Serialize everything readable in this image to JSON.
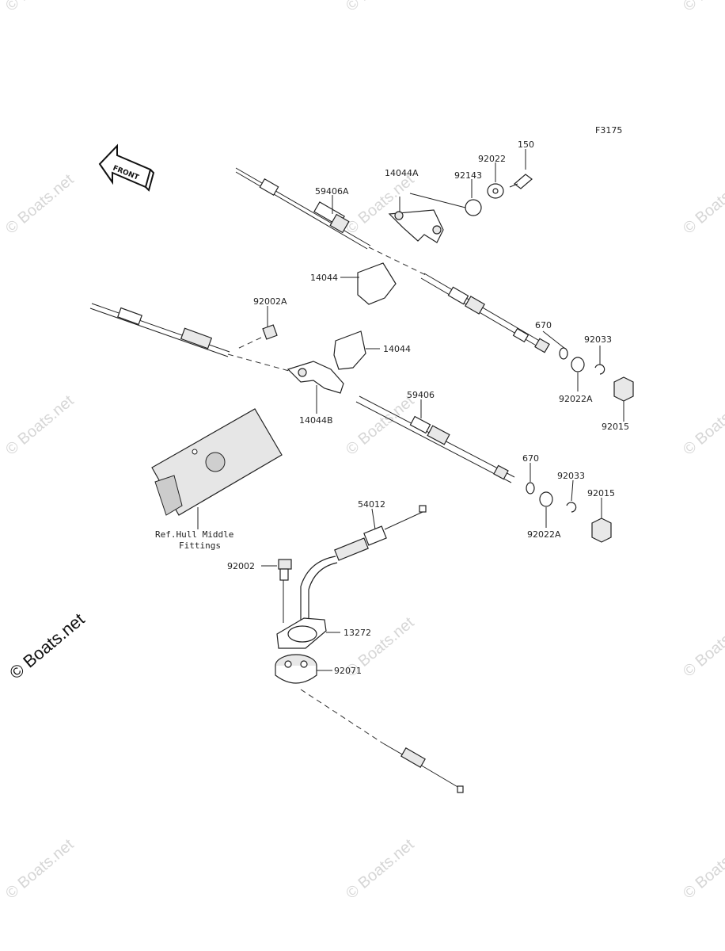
{
  "figure_code": "F3175",
  "front_label": "FRONT",
  "watermark": "© Boats.net",
  "parts": {
    "p150": "150",
    "p92022": "92022",
    "p92143": "92143",
    "p14044A": "14044A",
    "p59406A": "59406A",
    "p14044_upper": "14044",
    "p92002A": "92002A",
    "p14044_lower": "14044",
    "p670_upper": "670",
    "p92033_upper": "92033",
    "p92022A_upper": "92022A",
    "p92015_upper": "92015",
    "p14044B": "14044B",
    "p59406": "59406",
    "p670_lower": "670",
    "p92033_lower": "92033",
    "p92015_lower": "92015",
    "p92022A_lower": "92022A",
    "p54012": "54012",
    "p92002": "92002",
    "p13272": "13272",
    "p92071": "92071"
  },
  "reference": {
    "line1": "Ref.Hull Middle",
    "line2": "Fittings"
  }
}
